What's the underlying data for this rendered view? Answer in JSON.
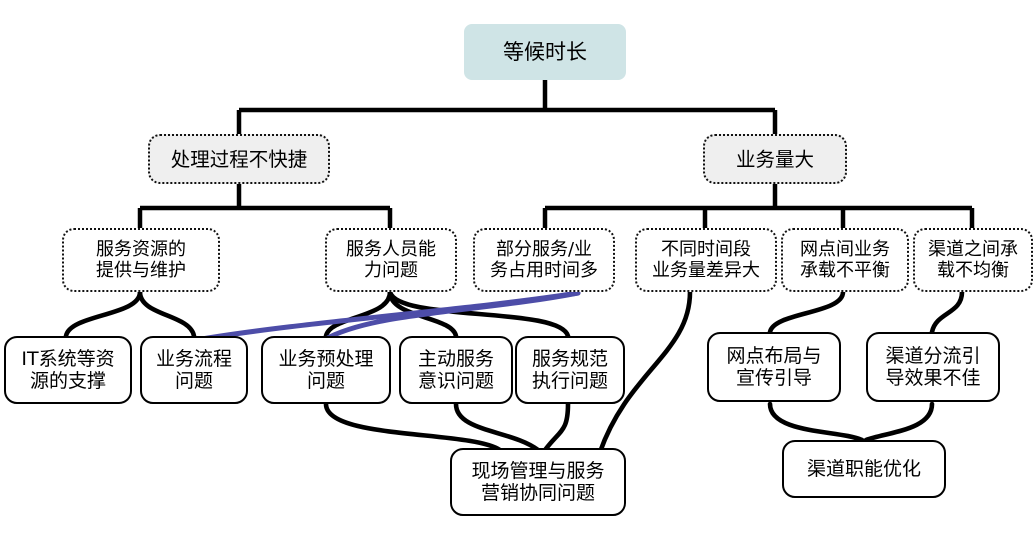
{
  "diagram": {
    "type": "tree-fishbone",
    "title_node": "等候时长",
    "colors": {
      "root_fill": "#cfe4e6",
      "level2_fill": "#efefef",
      "node_fill": "#ffffff",
      "edge_stroke": "#000000",
      "cross_link_stroke": "#4d4da8",
      "border": "#111111"
    },
    "nodes": {
      "root": {
        "label": "等候时长",
        "style": "root"
      },
      "l2": [
        {
          "id": "l2a",
          "label": "处理过程不快捷",
          "style": "dashed-filled"
        },
        {
          "id": "l2b",
          "label": "业务量大",
          "style": "dashed-filled"
        }
      ],
      "l3": [
        {
          "id": "l3a",
          "label": "服务资源的\n提供与维护",
          "parent": "l2a",
          "style": "dashed"
        },
        {
          "id": "l3b",
          "label": "服务人员能\n力问题",
          "parent": "l2a",
          "style": "dashed"
        },
        {
          "id": "l3c",
          "label": "部分服务/业\n务占用时间多",
          "parent": "l2b",
          "style": "dashed"
        },
        {
          "id": "l3d",
          "label": "不同时间段\n业务量差异大",
          "parent": "l2b",
          "style": "dashed"
        },
        {
          "id": "l3e",
          "label": "网点间业务\n承载不平衡",
          "parent": "l2b",
          "style": "dashed"
        },
        {
          "id": "l3f",
          "label": "渠道之间承\n载不均衡",
          "parent": "l2b",
          "style": "dashed"
        }
      ],
      "l4": [
        {
          "id": "l4a",
          "label": "IT系统等资\n源的支撑",
          "parent": "l3a",
          "style": "solid"
        },
        {
          "id": "l4b",
          "label": "业务流程\n问题",
          "parent": "l3a",
          "style": "solid"
        },
        {
          "id": "l4c",
          "label": "业务预处理\n问题",
          "parent": "l3b",
          "style": "solid"
        },
        {
          "id": "l4d",
          "label": "主动服务\n意识问题",
          "parent": "l3b",
          "style": "solid"
        },
        {
          "id": "l4e",
          "label": "服务规范\n执行问题",
          "parent": "l3b",
          "style": "solid"
        },
        {
          "id": "l4f",
          "label": "网点布局与\n宣传引导",
          "parent": "l3e",
          "style": "solid"
        },
        {
          "id": "l4g",
          "label": "渠道分流引\n导效果不佳",
          "parent": "l3f",
          "style": "solid"
        }
      ],
      "l5": [
        {
          "id": "l5a",
          "label": "现场管理与服务\n营销协同问题",
          "style": "solid"
        },
        {
          "id": "l5b",
          "label": "渠道职能优化",
          "style": "solid"
        }
      ]
    },
    "cross_links": [
      {
        "from": "l3c",
        "to": "l4b",
        "color": "#4d4da8"
      },
      {
        "from": "l3c",
        "to": "l4c",
        "color": "#4d4da8"
      }
    ]
  }
}
